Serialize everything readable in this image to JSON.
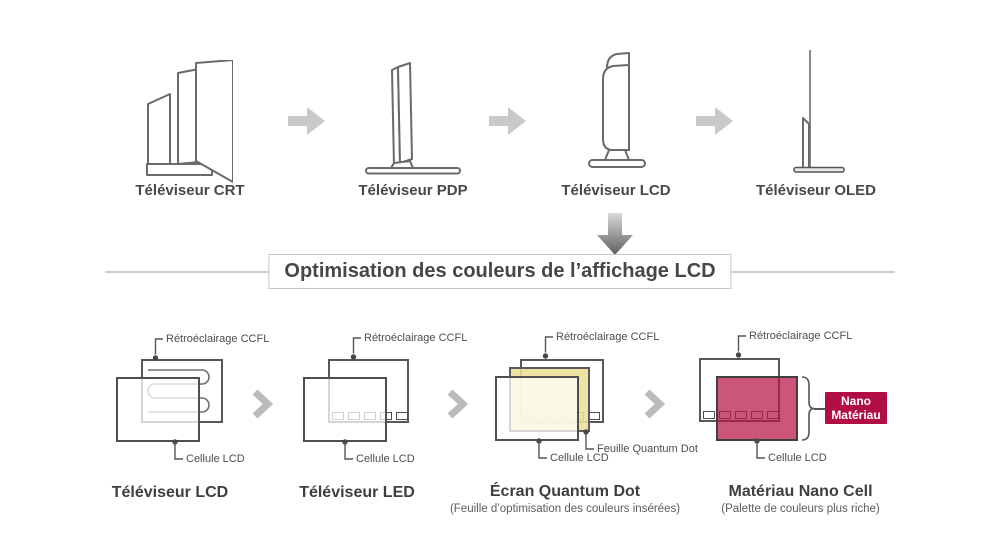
{
  "page": {
    "background": "#ffffff"
  },
  "evolution": {
    "tvs": [
      {
        "label": "Téléviseur CRT",
        "icon": "crt-tv-icon"
      },
      {
        "label": "Téléviseur PDP",
        "icon": "pdp-tv-icon"
      },
      {
        "label": "Téléviseur LCD",
        "icon": "lcd-tv-icon"
      },
      {
        "label": "Téléviseur OLED",
        "icon": "oled-tv-icon"
      }
    ],
    "step_icon": "arrow-right-icon",
    "flow_icon": "arrow-down-icon"
  },
  "section": {
    "title": "Optimisation des couleurs de l’affichage LCD"
  },
  "diagrams": [
    {
      "title": "Téléviseur LCD",
      "backlight_label": "Rétroéclairage CCFL",
      "cell_label": "Cellule LCD"
    },
    {
      "title": "Téléviseur LED",
      "backlight_label": "Rétroéclairage CCFL",
      "cell_label": "Cellule LCD"
    },
    {
      "title": "Écran Quantum Dot",
      "subtitle": "(Feuille d’optimisation des couleurs insérées)",
      "backlight_label": "Rétroéclairage CCFL",
      "cell_label": "Cellule LCD",
      "sheet_label": "Feuille Quantum Dot"
    },
    {
      "title": "Matériau Nano Cell",
      "subtitle": "(Palette de couleurs plus riche)",
      "backlight_label": "Rétroéclairage CCFL",
      "cell_label": "Cellule LCD",
      "badge_label": "Nano Matériau"
    }
  ],
  "icons": {
    "between_diagrams": "chevron-right-icon",
    "leader": "leader-line-dot"
  },
  "colors": {
    "accent_red": "#B00E45",
    "nano_layer_pink": "#C85A6E",
    "quantum_sheet_yellow": "#EDE3A2",
    "arrow_gray": "#C9C9C9",
    "outline_gray": "#5A5A5A",
    "divider_gray": "#CCCCCC"
  }
}
